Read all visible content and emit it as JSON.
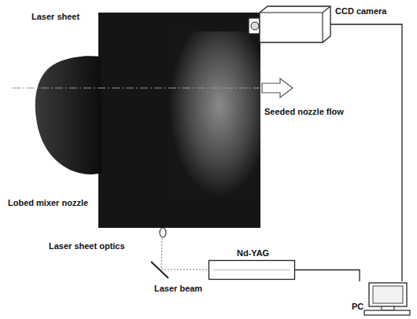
{
  "diagram": {
    "nodes": [
      {
        "text": [
          "CCD camera"
        ]
      },
      {
        "text": [
          "Nd-YAG"
        ]
      },
      {
        "text": [
          "PC"
        ]
      }
    ],
    "edges": [
      {
        "from": 0,
        "to": 2,
        "arrow": "none"
      },
      {
        "from": 1,
        "to": 2,
        "arrow": "none"
      }
    ],
    "labels": [
      "Laser sheet",
      "Lobed mixer nozzle",
      "Seeded nozzle flow",
      "Laser sheet optics",
      "Laser beam"
    ]
  }
}
